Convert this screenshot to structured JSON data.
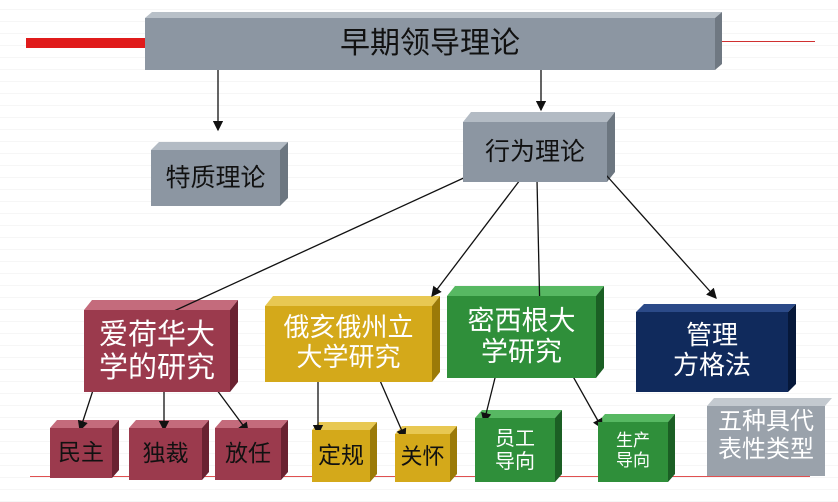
{
  "title": "早期领导理论",
  "nodes": {
    "trait": "特质理论",
    "behavior": "行为理论",
    "iowa": "爱荷华大\n学的研究",
    "ohio": "俄亥俄州立\n大学研究",
    "michigan": "密西根大\n学研究",
    "grid": "管理\n方格法",
    "democratic": "民主",
    "autocratic": "独裁",
    "laissez": "放任",
    "structure": "定规",
    "consideration": "关怀",
    "employee": "员工\n导向",
    "production": "生产\n导向",
    "five_types": "五种具代\n表性类型"
  },
  "colors": {
    "gray": "#8c96a2",
    "maroon": "#9b3a4d",
    "gold": "#d4a91a",
    "green": "#2f8f3a",
    "navy": "#102a5c",
    "silver": "#9aa2ab",
    "accent": "#e01b1b"
  }
}
